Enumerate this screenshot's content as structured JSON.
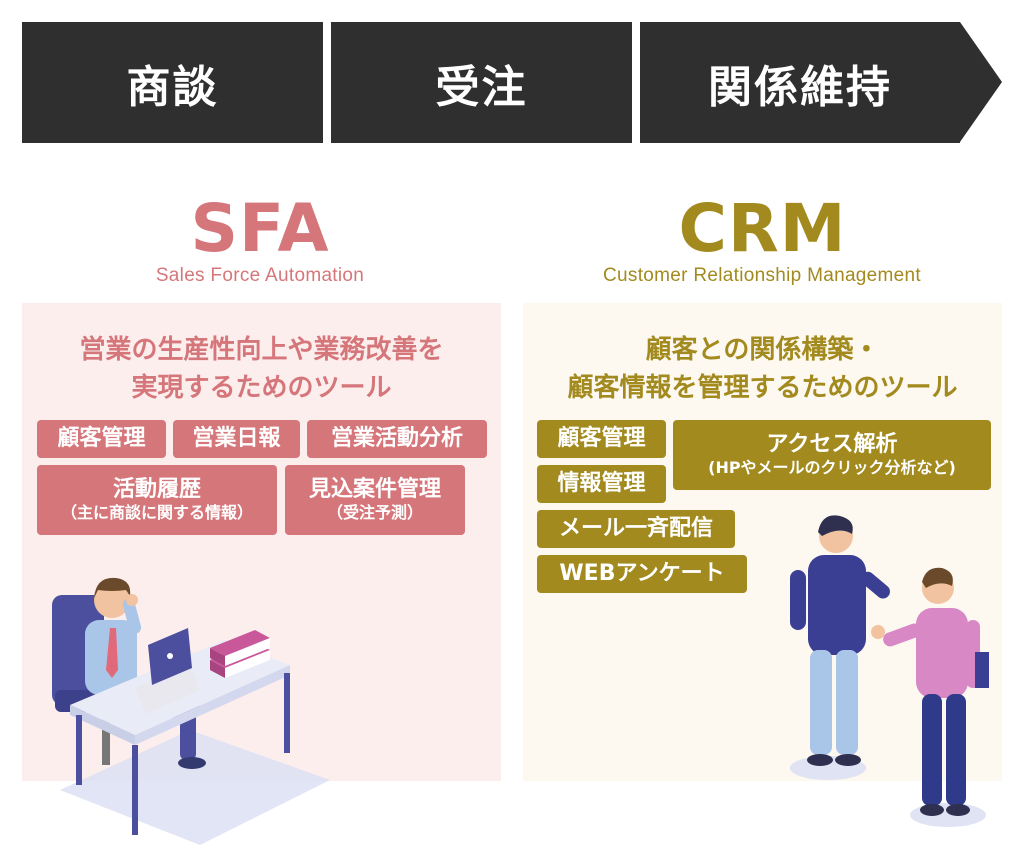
{
  "process": {
    "steps": [
      "商談",
      "受注",
      "関係維持"
    ]
  },
  "sfa": {
    "title": "SFA",
    "subtitle": "Sales Force Automation",
    "description_line1": "営業の生産性向上や業務改善を",
    "description_line2": "実現するためのツール",
    "tags": [
      {
        "label": "顧客管理"
      },
      {
        "label": "営業日報"
      },
      {
        "label": "営業活動分析"
      },
      {
        "label": "活動履歴",
        "note": "（主に商談に関する情報）"
      },
      {
        "label": "見込案件管理",
        "note": "（受注予測）"
      }
    ]
  },
  "crm": {
    "title": "CRM",
    "subtitle": "Customer Relationship Management",
    "description_line1": "顧客との関係構築・",
    "description_line2": "顧客情報を管理するためのツール",
    "tags": [
      {
        "label": "顧客管理"
      },
      {
        "label": "アクセス解析",
        "note": "(HPやメールのクリック分析など)"
      },
      {
        "label": "情報管理"
      },
      {
        "label": "メール一斉配信"
      },
      {
        "label": "WEBアンケート"
      }
    ]
  },
  "colors": {
    "bar": "#2f2f2f",
    "sfa_accent": "#d5767a",
    "sfa_panel": "#fdeeee",
    "crm_accent": "#a28a1e",
    "crm_panel": "#fdf8f0"
  }
}
